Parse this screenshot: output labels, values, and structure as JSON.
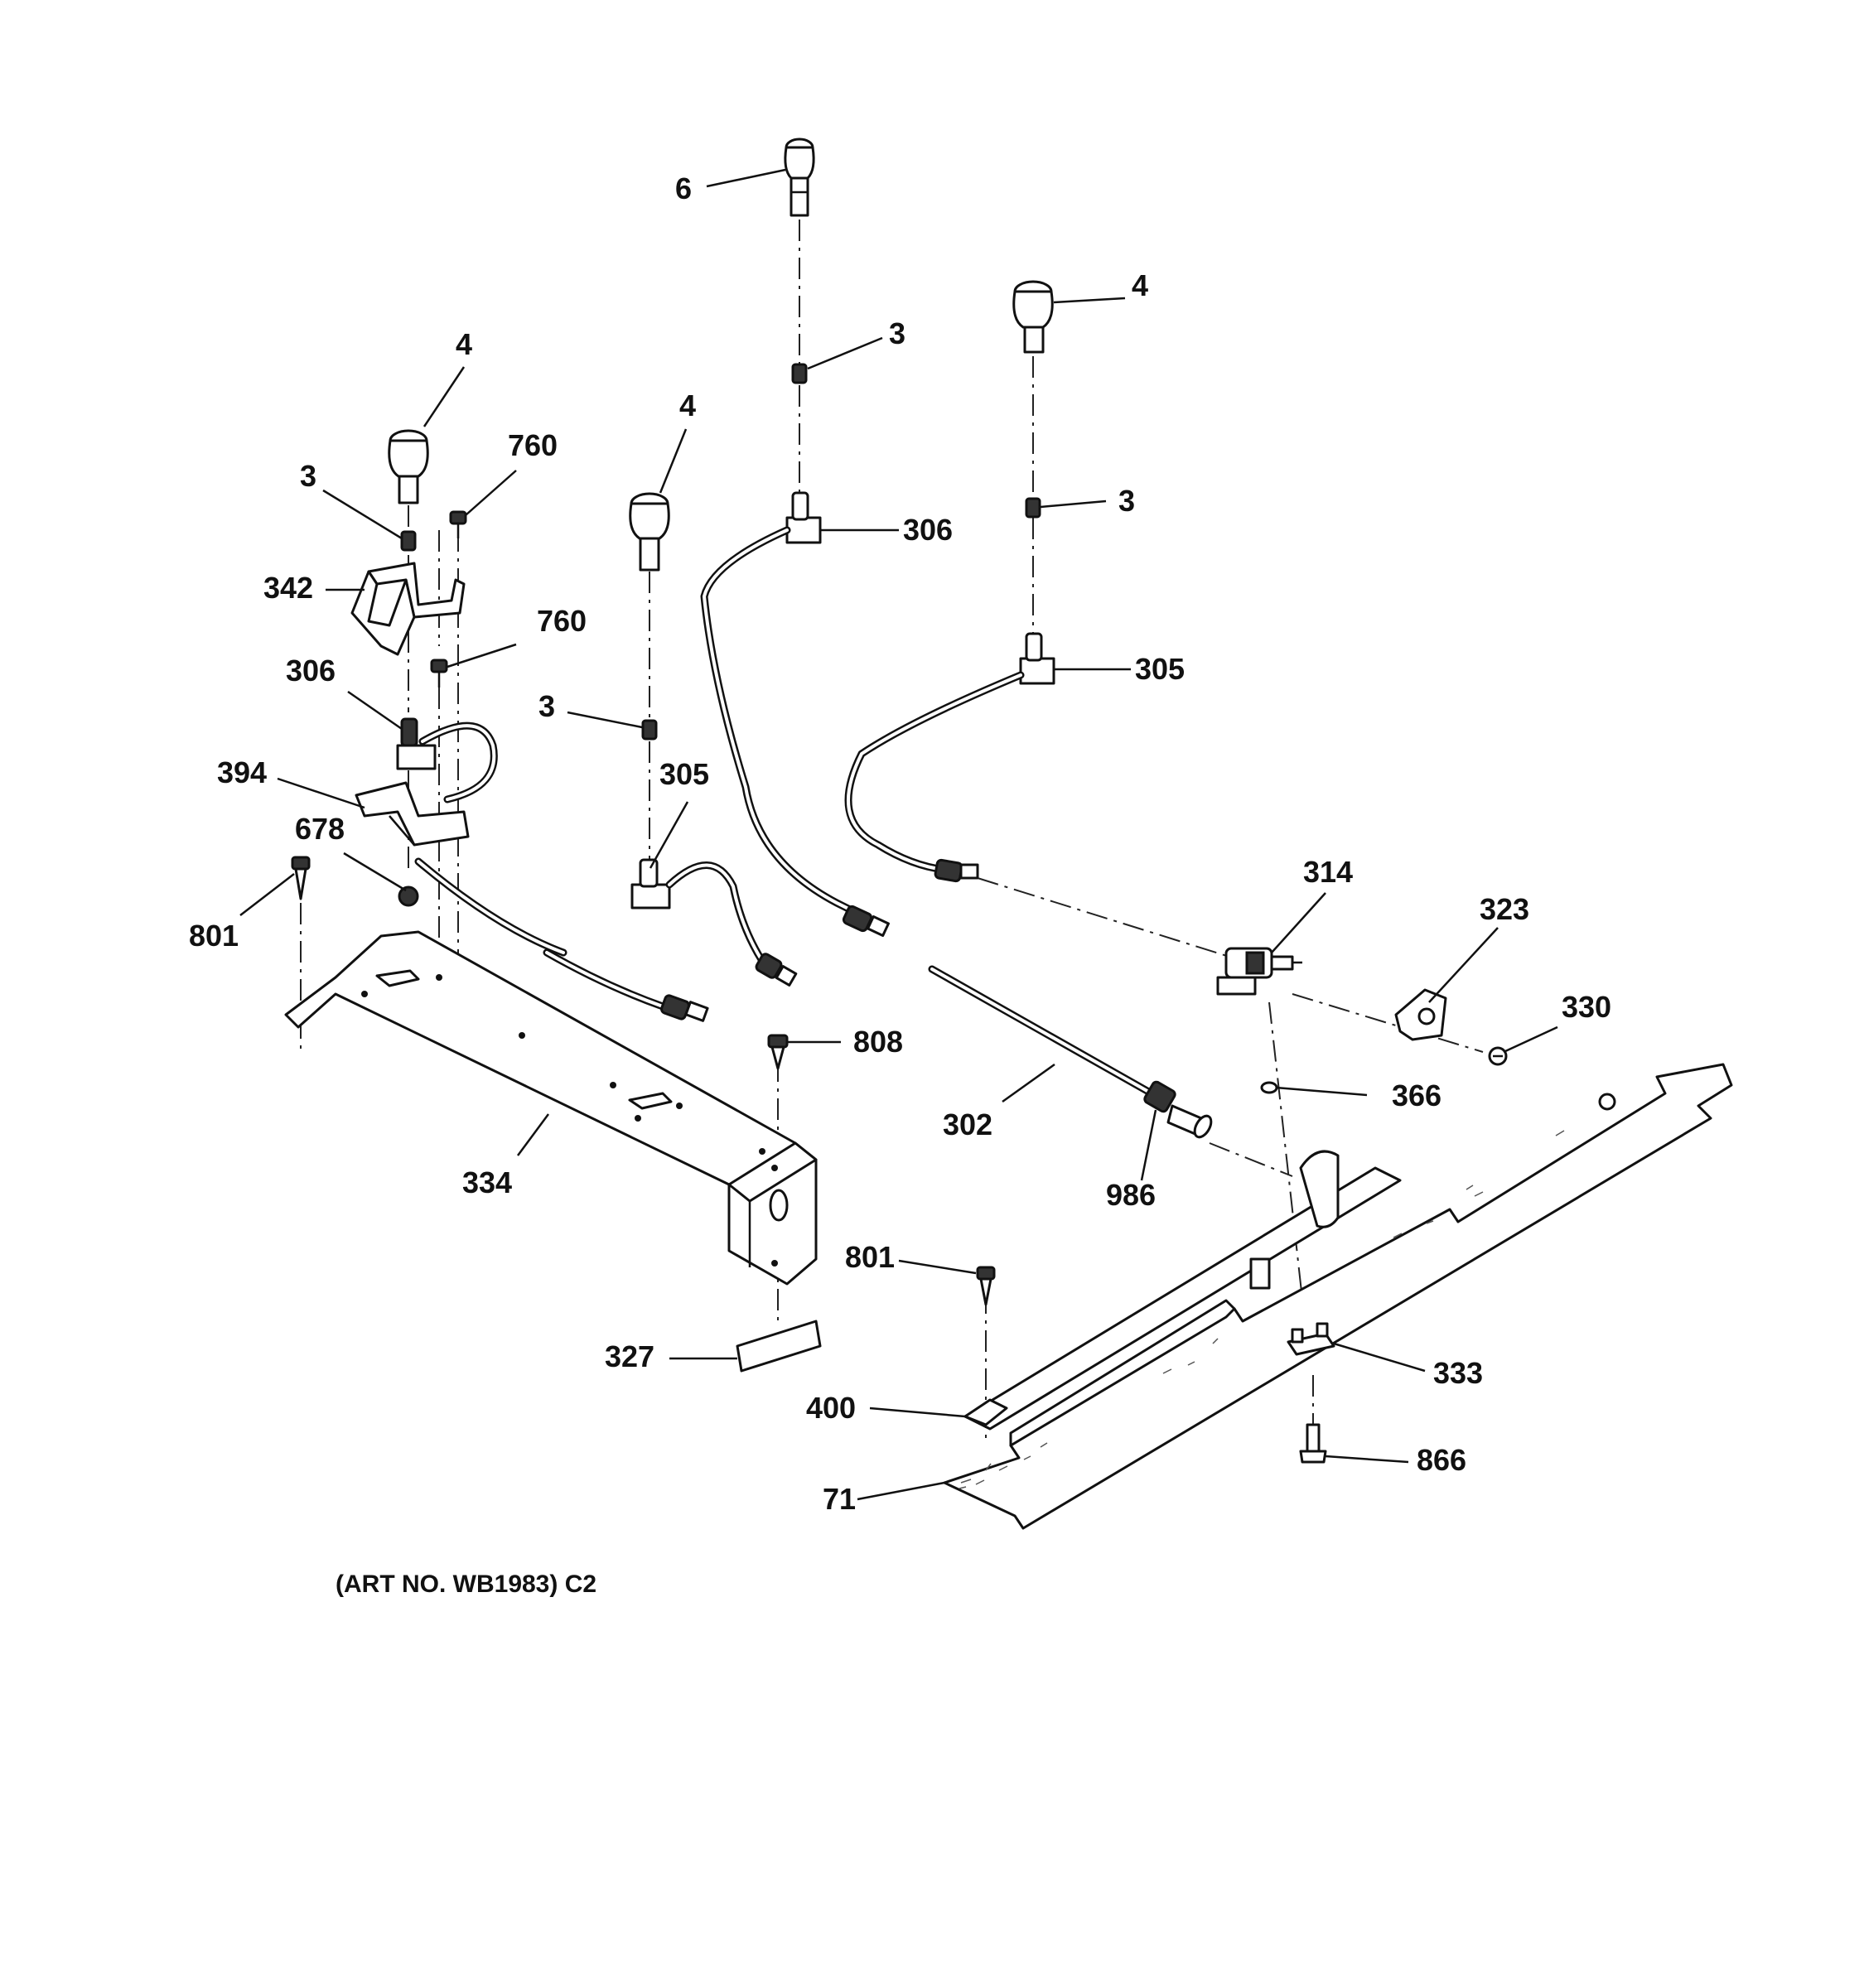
{
  "diagram": {
    "caption": "(ART NO. WB1983) C2",
    "callouts": {
      "burner_valve_top": "6",
      "orifice_top": "3",
      "burner_valve_right": "4",
      "orifice_right": "3",
      "burner_valve_left": "4",
      "orifice_left": "3",
      "screw_760_upper": "760",
      "bracket_342": "342",
      "screw_760_lower": "760",
      "tee_306_left": "306",
      "bracket_394": "394",
      "nut_678": "678",
      "screw_801_left": "801",
      "burner_valve_middle": "4",
      "orifice_middle": "3",
      "fitting_305_middle": "305",
      "tee_306_center": "306",
      "fitting_305_right": "305",
      "manifold_334": "334",
      "screw_808": "808",
      "bracket_327": "327",
      "valve_314": "314",
      "switch_323": "323",
      "washer_330": "330",
      "clip_366": "366",
      "tube_302": "302",
      "fitting_986": "986",
      "screw_801_right": "801",
      "bracket_400": "400",
      "clip_333": "333",
      "insulation_71": "71",
      "screw_866": "866"
    }
  }
}
